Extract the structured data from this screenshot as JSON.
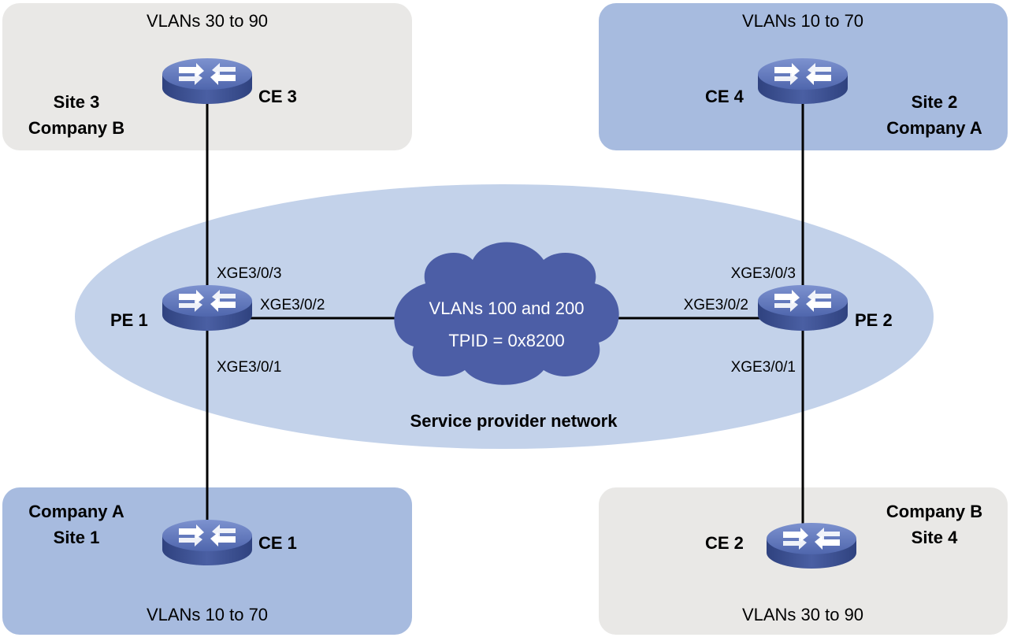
{
  "sites": {
    "site3": {
      "vlans": "VLANs 30 to 90",
      "name": "Site 3",
      "company": "Company B"
    },
    "site2": {
      "vlans": "VLANs 10 to 70",
      "name": "Site 2",
      "company": "Company A"
    },
    "site1": {
      "vlans": "VLANs 10 to 70",
      "name": "Site 1",
      "company": "Company A"
    },
    "site4": {
      "vlans": "VLANs 30 to 90",
      "name": "Site 4",
      "company": "Company B"
    }
  },
  "devices": {
    "ce3": "CE 3",
    "ce4": "CE 4",
    "ce1": "CE 1",
    "ce2": "CE 2",
    "pe1": "PE 1",
    "pe2": "PE 2"
  },
  "ports": {
    "pe1_up": "XGE3/0/3",
    "pe1_right": "XGE3/0/2",
    "pe1_down": "XGE3/0/1",
    "pe2_up": "XGE3/0/3",
    "pe2_left": "XGE3/0/2",
    "pe2_down": "XGE3/0/1"
  },
  "cloud": {
    "line1": "VLANs 100 and  200",
    "line2": "TPID = 0x8200"
  },
  "network_label": "Service provider network",
  "colors": {
    "blue_site": "#a7bbdf",
    "gray_site": "#e9e8e6",
    "ellipse": "#c3d2ea",
    "cloud": "#4c5ea6",
    "router_top": "#5b73b8",
    "router_side": "#34488c"
  }
}
